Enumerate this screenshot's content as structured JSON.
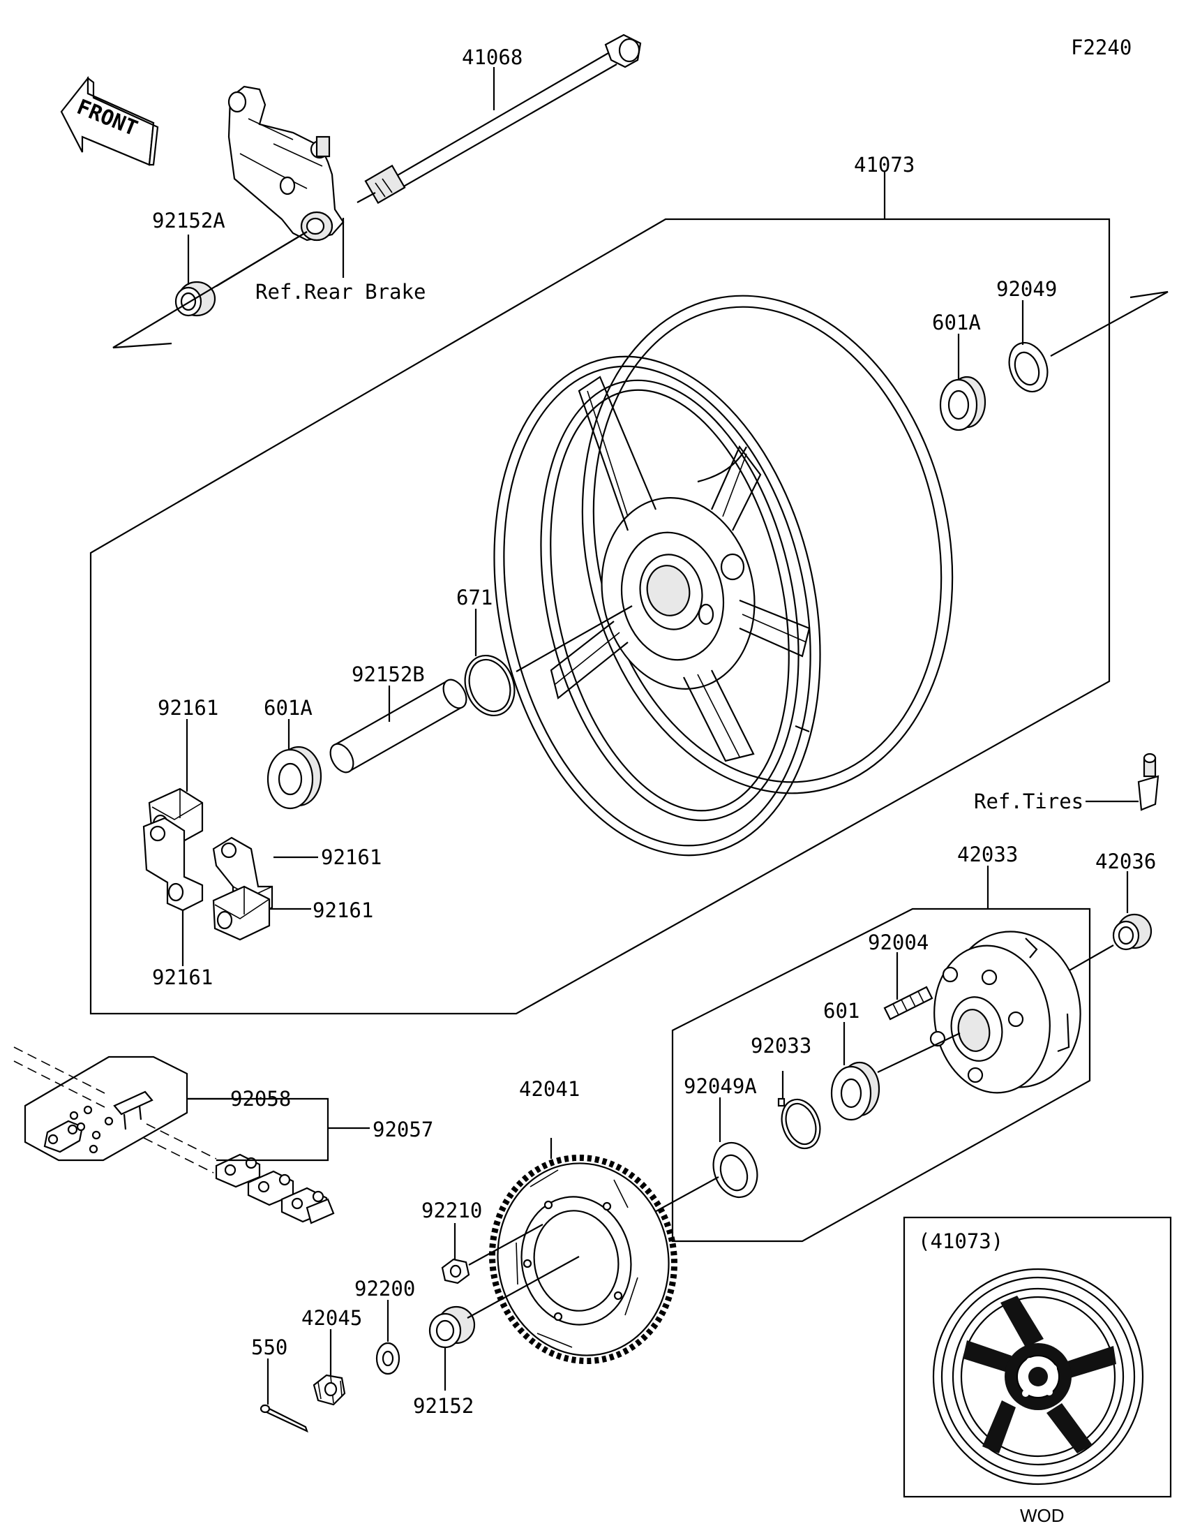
{
  "figure_code": "F2240",
  "front_label": "FRONT",
  "inset": {
    "title": "(41073)",
    "caption": "WOD"
  },
  "labels": {
    "p41068": "41068",
    "p41073": "41073",
    "p92152A": "92152A",
    "ref_rear_brake": "Ref.Rear Brake",
    "p92049_top": "92049",
    "p601A_top": "601A",
    "p671": "671",
    "p92152B": "92152B",
    "p92161_a": "92161",
    "p601A_left": "601A",
    "p92161_b": "92161",
    "p92161_c": "92161",
    "p92161_d": "92161",
    "ref_tires": "Ref.Tires",
    "p42033": "42033",
    "p42036": "42036",
    "p92004": "92004",
    "p601": "601",
    "p92033": "92033",
    "p92049A": "92049A",
    "p42041": "42041",
    "p92058": "92058",
    "p92057": "92057",
    "p92210": "92210",
    "p92200": "92200",
    "p42045": "42045",
    "p550": "550",
    "p92152": "92152"
  }
}
